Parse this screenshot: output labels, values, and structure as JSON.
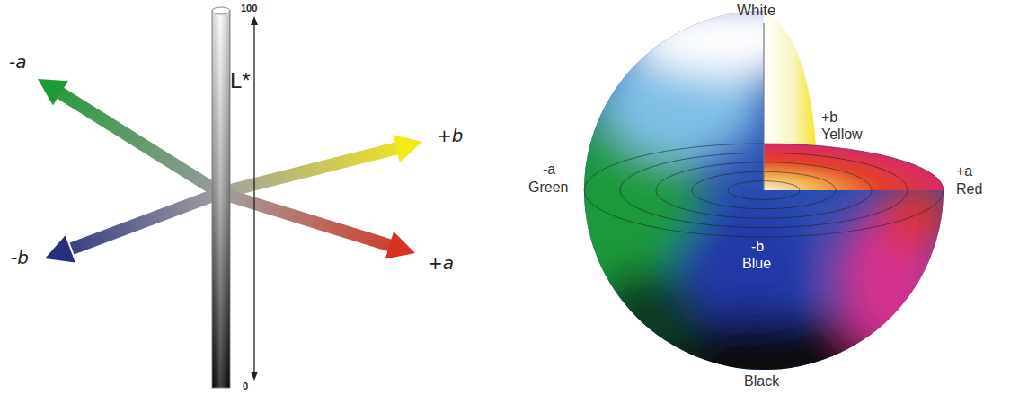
{
  "diagram": {
    "labels": [
      "100",
      "L*",
      "0",
      "-a",
      "+b",
      "-b",
      "+a",
      "White",
      "+b",
      "Yellow",
      "-a",
      "Green",
      "+a",
      "Red",
      "-b",
      "Blue",
      "Black"
    ]
  }
}
